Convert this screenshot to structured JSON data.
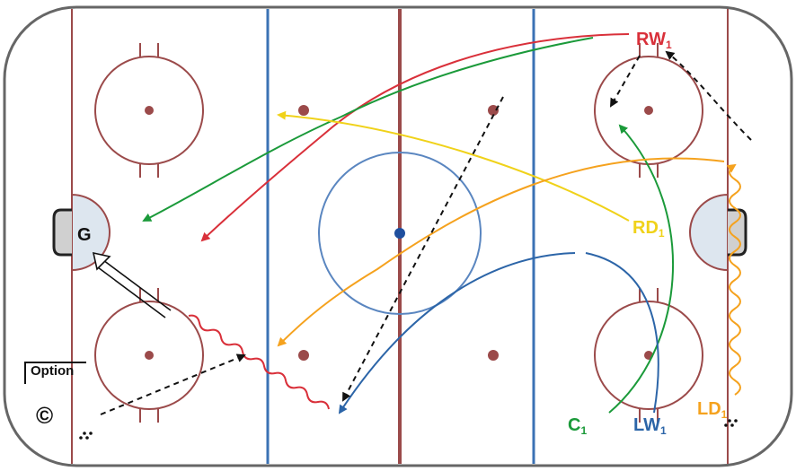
{
  "colors": {
    "board": "#666666",
    "red_line": "#9b4a4a",
    "blue_line": "#3b72b4",
    "faceoff": "#9b4a4a",
    "center_circle": "#5a86c0",
    "center_dot": "#1f4f9e",
    "rw": "#d9303a",
    "c": "#1b9a3a",
    "lw": "#2c65a8",
    "rd": "#f0d21a",
    "ld": "#f5a21e",
    "pass": "#111111",
    "crease": "#dde6ef"
  },
  "players": {
    "goalie": "G",
    "rw": {
      "main": "RW",
      "sub": "1"
    },
    "rd": {
      "main": "RD",
      "sub": "1"
    },
    "c": {
      "main": "C",
      "sub": "1"
    },
    "lw": {
      "main": "LW",
      "sub": "1"
    },
    "ld": {
      "main": "LD",
      "sub": "1"
    }
  },
  "option": {
    "label": "Option",
    "coach_symbol": "©"
  },
  "icons": {
    "coach": "copyright-circle-icon",
    "puck": "puck-dots-icon"
  }
}
